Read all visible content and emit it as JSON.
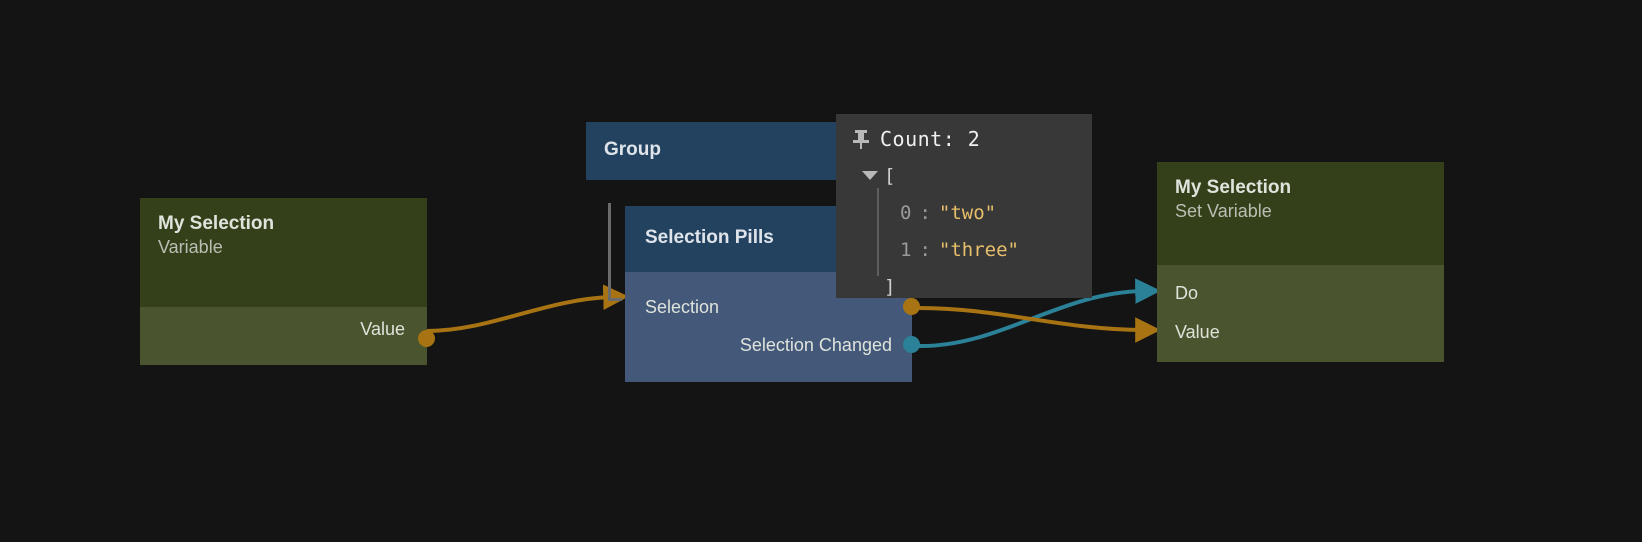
{
  "canvas": {
    "background": "#141414"
  },
  "nodes": {
    "variable": {
      "title": "My Selection",
      "subtitle": "Variable",
      "outputs": [
        {
          "label": "Value",
          "color": "#a87413"
        }
      ]
    },
    "group": {
      "title": "Group"
    },
    "pills": {
      "title": "Selection Pills",
      "inputs": [
        {
          "label": "Selection",
          "color": "#a87413"
        }
      ],
      "outputs": [
        {
          "label": "Selection Changed",
          "color": "#2b8197"
        }
      ]
    },
    "setvar": {
      "title": "My Selection",
      "subtitle": "Set Variable",
      "inputs": [
        {
          "label": "Do",
          "color": "#2b8197"
        },
        {
          "label": "Value",
          "color": "#a87413"
        }
      ]
    }
  },
  "inspector": {
    "pin_icon": "pin-icon",
    "count_label": "Count: 2",
    "open_bracket": "[",
    "close_bracket": "]",
    "items": [
      {
        "key": "0",
        "colon": ":",
        "value": "\"two\""
      },
      {
        "key": "1",
        "colon": ":",
        "value": "\"three\""
      }
    ]
  },
  "colors": {
    "data_wire": "#a87413",
    "exec_wire": "#2b8197",
    "green_header": "#34401a",
    "green_body": "#4a542e",
    "blue_header": "#234260",
    "blue_body": "#44597a",
    "inspector_bg": "#383838"
  }
}
